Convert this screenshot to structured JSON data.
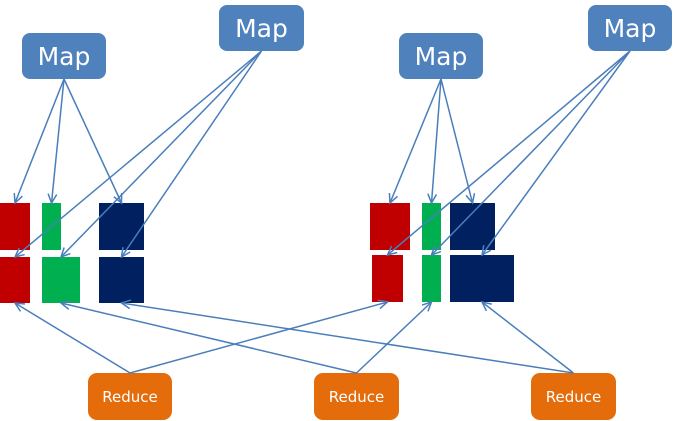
{
  "colors": {
    "map": "#4F81BD",
    "reduce": "#E46C0A",
    "arrow": "#4A7EBB",
    "partition_red": "#C00000",
    "partition_green": "#00B050",
    "partition_navy": "#002060"
  },
  "maps": [
    {
      "id": "map1",
      "label": "Map"
    },
    {
      "id": "map2",
      "label": "Map"
    },
    {
      "id": "map3",
      "label": "Map"
    },
    {
      "id": "map4",
      "label": "Map"
    }
  ],
  "reducers": [
    {
      "id": "reduce1",
      "label": "Reduce"
    },
    {
      "id": "reduce2",
      "label": "Reduce"
    },
    {
      "id": "reduce3",
      "label": "Reduce"
    }
  ],
  "partitions": [
    {
      "id": "L-top-red",
      "group": "left",
      "row": "top",
      "color": "partition_red",
      "source_map": "map1",
      "reducer": "reduce1"
    },
    {
      "id": "L-top-green",
      "group": "left",
      "row": "top",
      "color": "partition_green",
      "source_map": "map1",
      "reducer": "reduce2"
    },
    {
      "id": "L-top-navy",
      "group": "left",
      "row": "top",
      "color": "partition_navy",
      "source_map": "map1",
      "reducer": "reduce3"
    },
    {
      "id": "L-bot-red",
      "group": "left",
      "row": "bottom",
      "color": "partition_red",
      "source_map": "map2",
      "reducer": "reduce1"
    },
    {
      "id": "L-bot-green",
      "group": "left",
      "row": "bottom",
      "color": "partition_green",
      "source_map": "map2",
      "reducer": "reduce2"
    },
    {
      "id": "L-bot-navy",
      "group": "left",
      "row": "bottom",
      "color": "partition_navy",
      "source_map": "map2",
      "reducer": "reduce3"
    },
    {
      "id": "R-top-red",
      "group": "right",
      "row": "top",
      "color": "partition_red",
      "source_map": "map3",
      "reducer": "reduce1"
    },
    {
      "id": "R-top-green",
      "group": "right",
      "row": "top",
      "color": "partition_green",
      "source_map": "map3",
      "reducer": "reduce2"
    },
    {
      "id": "R-top-navy",
      "group": "right",
      "row": "top",
      "color": "partition_navy",
      "source_map": "map3",
      "reducer": "reduce3"
    },
    {
      "id": "R-bot-red",
      "group": "right",
      "row": "bottom",
      "color": "partition_red",
      "source_map": "map4",
      "reducer": "reduce1"
    },
    {
      "id": "R-bot-green",
      "group": "right",
      "row": "bottom",
      "color": "partition_green",
      "source_map": "map4",
      "reducer": "reduce2"
    },
    {
      "id": "R-bot-navy",
      "group": "right",
      "row": "bottom",
      "color": "partition_navy",
      "source_map": "map4",
      "reducer": "reduce3"
    }
  ],
  "map_edges": [
    {
      "from": "map1",
      "to": "L-top-red"
    },
    {
      "from": "map1",
      "to": "L-top-green"
    },
    {
      "from": "map1",
      "to": "L-top-navy"
    },
    {
      "from": "map2",
      "to": "L-bot-red"
    },
    {
      "from": "map2",
      "to": "L-bot-green"
    },
    {
      "from": "map2",
      "to": "L-bot-navy"
    },
    {
      "from": "map3",
      "to": "R-top-red"
    },
    {
      "from": "map3",
      "to": "R-top-green"
    },
    {
      "from": "map3",
      "to": "R-top-navy"
    },
    {
      "from": "map4",
      "to": "R-bot-red"
    },
    {
      "from": "map4",
      "to": "R-bot-green"
    },
    {
      "from": "map4",
      "to": "R-bot-navy"
    }
  ],
  "reduce_edges": [
    {
      "from": "reduce1",
      "to": "L-bot-red"
    },
    {
      "from": "reduce1",
      "to": "R-bot-red"
    },
    {
      "from": "reduce2",
      "to": "L-bot-green"
    },
    {
      "from": "reduce2",
      "to": "R-bot-green"
    },
    {
      "from": "reduce3",
      "to": "L-bot-navy"
    },
    {
      "from": "reduce3",
      "to": "R-bot-navy"
    }
  ]
}
